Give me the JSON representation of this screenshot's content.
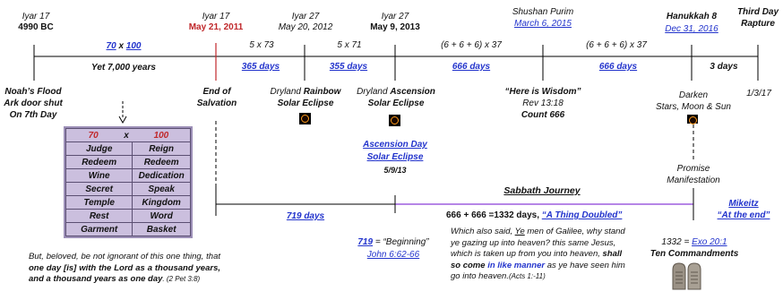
{
  "top": {
    "e1_day": "Iyar 17",
    "e1_year": "4990 BC",
    "e2_day": "Iyar 17",
    "e2_date": "May 21, 2011",
    "e3_day": "Iyar 27",
    "e3_date": "May 20, 2012",
    "e4_day": "Iyar 27",
    "e4_date": "May 9, 2013",
    "e5_name": "Shushan Purim",
    "e5_date": "March 6, 2015",
    "e6_name": "Hanukkah 8",
    "e6_date": "Dec 31, 2016",
    "e7_line1": "Third Day",
    "e7_line2": "Rapture"
  },
  "seg": {
    "s1_a": "70",
    "s1_x": "x",
    "s1_b": "100",
    "s1_below": "Yet 7,000 years",
    "s2_formula": "5 x 73",
    "s2_days": "365 days",
    "s3_formula": "5 x 71",
    "s3_days": "355 days",
    "s4_formula": "(6 + 6 + 6) x 37",
    "s4_days": "666 days",
    "s5_formula": "(6 + 6 + 6) x 37",
    "s5_days": "666 days",
    "s6_days": "3 days"
  },
  "below": {
    "noah_1": "Noah’s Flood",
    "noah_2": "Ark door shut",
    "noah_3": "On 7th Day",
    "end_1": "End of",
    "end_2": "Salvation",
    "rainbow_1a": "Dryland",
    "rainbow_1b": "Rainbow",
    "rainbow_2": "Solar Eclipse",
    "ascension_1a": "Dryland",
    "ascension_1b": "Ascension",
    "ascension_2": "Solar Eclipse",
    "wisdom_1": "“Here is Wisdom”",
    "wisdom_2": "Rev 13:18",
    "wisdom_3": "Count 666",
    "darken_1": "Darken",
    "darken_2": "Stars, Moon & Sun",
    "rapture_date": "1/3/17",
    "asc_day": "Ascension Day",
    "asc_eclipse": "Solar Eclipse",
    "asc_date": "5/9/13",
    "promise_1": "Promise",
    "promise_2": "Manifestation"
  },
  "table": {
    "header": [
      "70",
      "x",
      "100"
    ],
    "rows": [
      [
        "Judge",
        "Reign"
      ],
      [
        "Redeem",
        "Redeem"
      ],
      [
        "Wine",
        "Dedication"
      ],
      [
        "Secret",
        "Speak"
      ],
      [
        "Temple",
        "Kingdom"
      ],
      [
        "Rest",
        "Word"
      ],
      [
        "Garment",
        "Basket"
      ]
    ]
  },
  "journey": {
    "title": "Sabbath Journey",
    "days": "719 days",
    "formula": "666 + 666 =1332 days, ",
    "doubled": "“A Thing Doubled”",
    "mikeitz": "Mikeitz",
    "at_end": "“At the end”"
  },
  "refs": {
    "beginning_num": "719",
    "beginning_text": " = “Beginning”",
    "john": "John 6:62-66",
    "ex_pre": "1332 = ",
    "ex_link": "Exo 20:1",
    "ten": "Ten Commandments"
  },
  "peter": {
    "p1": "But, beloved, be not ignorant of this one thing, that ",
    "p2": "one day [is] with the Lord as a thousand years, and a thousand years as one day",
    "p3": ". (2 Pet 3:8)"
  },
  "acts": {
    "a1": "Which also said, ",
    "a2": "Ye",
    "a3": " men of Galilee, why stand ye gazing up into heaven? this same Jesus, which is taken up from you into heaven, ",
    "a4": "shall so come",
    "a5": " ",
    "a6": "in like manner",
    "a7": " as ye have seen him go into heaven.",
    "a8": "(Acts 1:-11)"
  },
  "colors": {
    "red_marker": "#c0282b",
    "link_blue": "#2233cc",
    "table_fill": "#cbbfde",
    "journey_line": "#8b3fd6"
  }
}
